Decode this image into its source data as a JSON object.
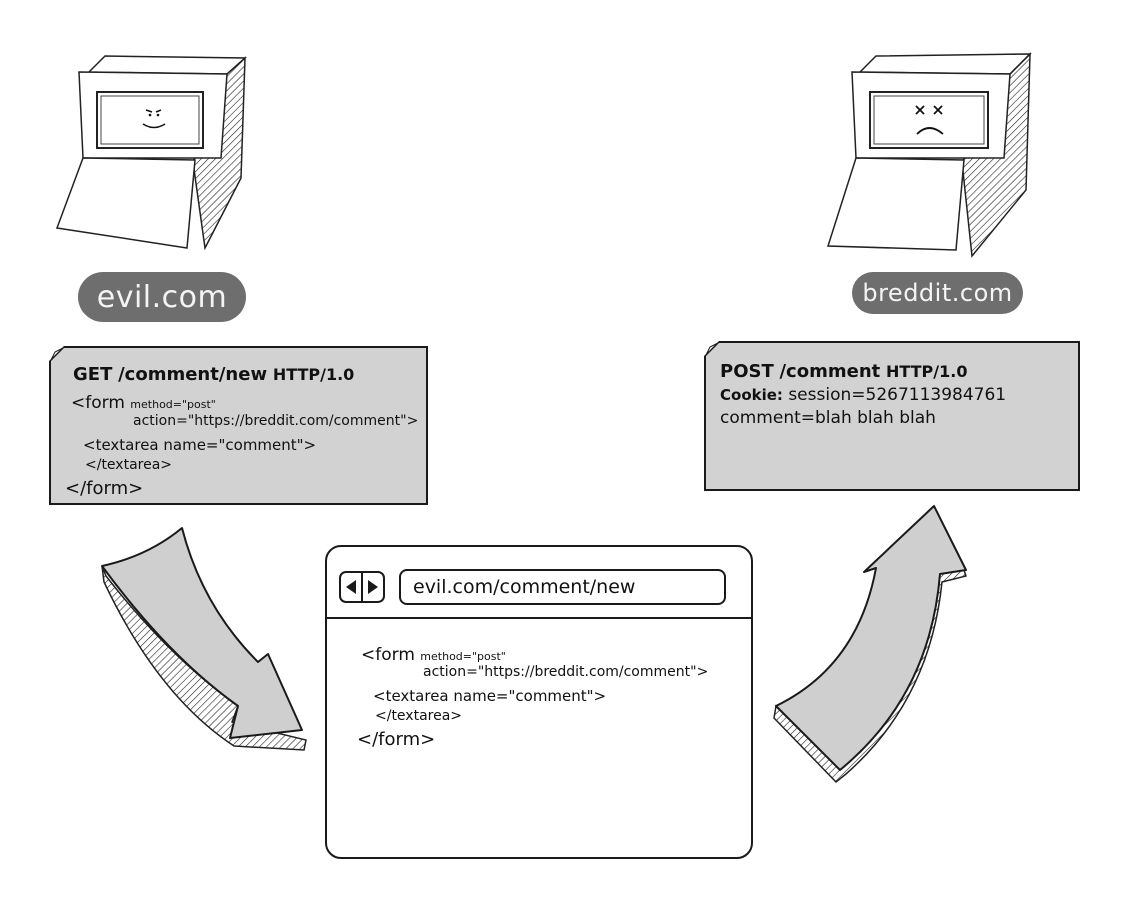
{
  "left_site": {
    "label": "evil.com",
    "request_note": {
      "line1_method": "GET",
      "line1_path": "/comment/new",
      "line1_proto": "HTTP/1.0",
      "form_open": "<form",
      "method_attr": "method=\"post\"",
      "action_attr": "action=\"https://breddit.com/comment\">",
      "textarea_open": "<textarea name=\"comment\">",
      "textarea_close": "</textarea>",
      "form_close": "</form>"
    }
  },
  "right_site": {
    "label": "breddit.com",
    "request_note": {
      "line1_method": "POST",
      "line1_path": "/comment",
      "line1_proto": "HTTP/1.0",
      "cookie_key": "Cookie:",
      "cookie_value": "session=5267113984761",
      "comment_line": "comment=blah blah blah"
    }
  },
  "browser": {
    "address": "evil.com/comment/new",
    "form_open": "<form",
    "method_attr": "method=\"post\"",
    "action_attr": "action=\"https://breddit.com/comment\">",
    "textarea_open": "<textarea name=\"comment\">",
    "textarea_close": "</textarea>",
    "form_close": "</form>"
  },
  "icons": {
    "left_computer": "computer-smug-face-icon",
    "right_computer": "computer-dead-face-icon",
    "arrow_down": "curved-arrow-down-right-icon",
    "arrow_up": "curved-arrow-up-right-icon",
    "back": "triangle-left-icon",
    "forward": "triangle-right-icon"
  },
  "colors": {
    "pill": "#6e6e6e",
    "note_fill": "#d2d2d2",
    "arrow_fill": "#cfcfcf",
    "ink": "#1a1a1a"
  }
}
